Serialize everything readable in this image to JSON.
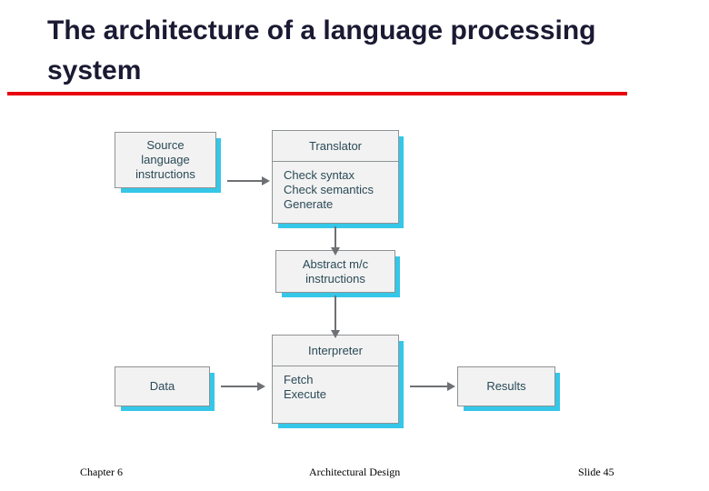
{
  "slide": {
    "title": "The architecture of a language processing system",
    "accent_color": "#e8000d",
    "title_color": "#1a1a33",
    "diagram_shadow_color": "#35c7e8",
    "node_fill_color": "#f2f2f2",
    "node_border_color": "#8f9294",
    "node_text_color": "#2a4a57"
  },
  "diagram": {
    "type": "flowchart",
    "nodes": [
      {
        "id": "source",
        "lines": [
          "Source",
          "language",
          "instructions"
        ]
      },
      {
        "id": "translator",
        "header": "Translator",
        "lines": [
          "Check syntax",
          "Check semantics",
          "Generate"
        ]
      },
      {
        "id": "abstract",
        "lines": [
          "Abstract m/c",
          "instructions"
        ]
      },
      {
        "id": "interpreter",
        "header": "Interpreter",
        "lines": [
          "Fetch",
          "Execute"
        ]
      },
      {
        "id": "data",
        "lines": [
          "Data"
        ]
      },
      {
        "id": "results",
        "lines": [
          "Results"
        ]
      }
    ],
    "edges": [
      {
        "from": "source",
        "to": "translator",
        "direction": "right"
      },
      {
        "from": "translator",
        "to": "abstract",
        "direction": "down"
      },
      {
        "from": "abstract",
        "to": "interpreter",
        "direction": "down"
      },
      {
        "from": "data",
        "to": "interpreter",
        "direction": "right"
      },
      {
        "from": "interpreter",
        "to": "results",
        "direction": "right"
      }
    ]
  },
  "footer": {
    "left": "Chapter 6",
    "center": "Architectural Design",
    "right": "Slide  45"
  }
}
